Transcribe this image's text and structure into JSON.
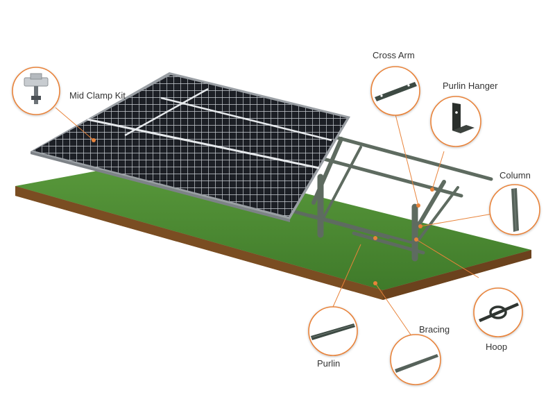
{
  "colors": {
    "accent": "#E8833A",
    "grass": "#4E8A34",
    "soil": "#8A5A2B",
    "steel": "#5E6B60",
    "panel_frame": "#9A9FA4"
  },
  "components": [
    {
      "id": "mid-clamp-kit",
      "label": "Mid Clamp Kit",
      "icon": "mid-clamp-icon"
    },
    {
      "id": "cross-arm",
      "label": "Cross Arm",
      "icon": "cross-arm-icon"
    },
    {
      "id": "purlin-hanger",
      "label": "Purlin Hanger",
      "icon": "purlin-hanger-icon"
    },
    {
      "id": "column",
      "label": "Column",
      "icon": "column-icon"
    },
    {
      "id": "hoop",
      "label": "Hoop",
      "icon": "hoop-icon"
    },
    {
      "id": "bracing",
      "label": "Bracing",
      "icon": "bracing-icon"
    },
    {
      "id": "purlin",
      "label": "Purlin",
      "icon": "purlin-icon"
    }
  ]
}
